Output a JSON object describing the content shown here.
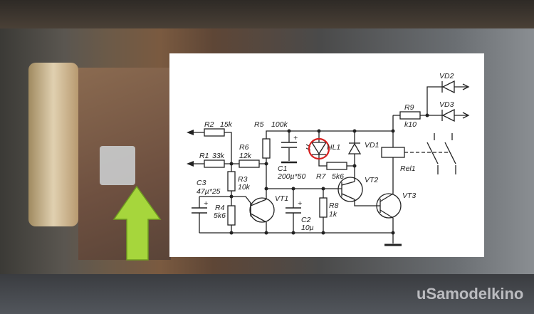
{
  "schematic": {
    "labels": {
      "R1": "R1",
      "R1_val": "33k",
      "R2": "R2",
      "R2_val": "15k",
      "R3": "R3",
      "R3_val": "10k",
      "R4": "R4",
      "R4_val": "5k6",
      "R5": "R5",
      "R5_val": "100k",
      "R6": "R6",
      "R6_val": "12k",
      "R7": "R7",
      "R7_val": "5k6",
      "R8": "R8",
      "R8_val": "1k",
      "R9": "R9",
      "R9_val": "k10",
      "C1": "C1",
      "C1_val": "200µ*50",
      "C2": "C2",
      "C2_val": "10µ",
      "C3": "C3",
      "C3_val": "47µ*25",
      "HL1": "HL1",
      "VD1": "VD1",
      "VD2": "VD2",
      "VD3": "VD3",
      "VT1": "VT1",
      "VT2": "VT2",
      "VT3": "VT3",
      "Rel1": "Rel1",
      "plus": "+"
    },
    "highlight_color": "#d62020"
  },
  "arrow_color": "#a6d63c",
  "watermark": "uSamodelkino"
}
